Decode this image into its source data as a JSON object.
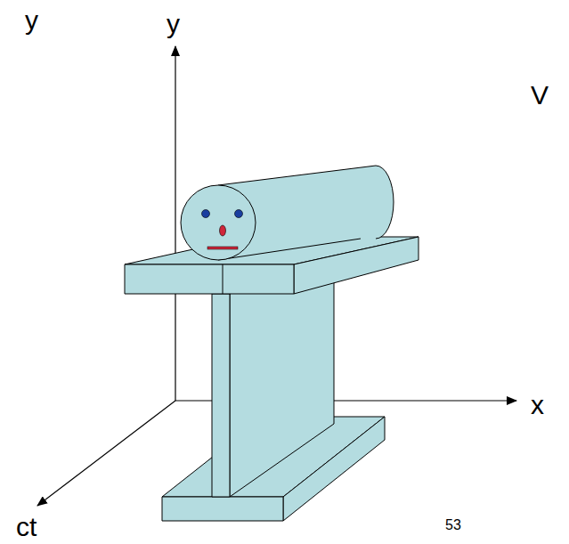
{
  "diagram": {
    "labels": [
      "y",
      "y",
      "V",
      "x",
      "ct",
      "53"
    ]
  }
}
